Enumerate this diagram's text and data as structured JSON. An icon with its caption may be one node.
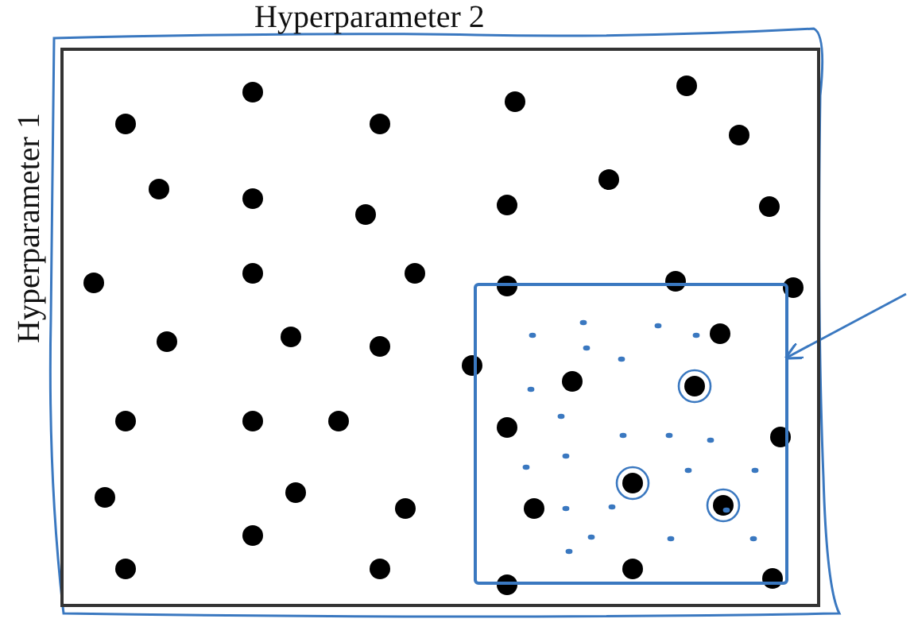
{
  "diagram": {
    "nodes": [
      {
        "text": [],
        "shape": "box"
      },
      {
        "text": [],
        "shape": "box",
        "in": 0
      }
    ],
    "edges": [
      {
        "from": null,
        "to": 1,
        "arrow": "to",
        "color": "#3a78c0"
      }
    ],
    "labels": [
      "Hyperparameter 2",
      "Hyperparameter 1"
    ]
  }
}
